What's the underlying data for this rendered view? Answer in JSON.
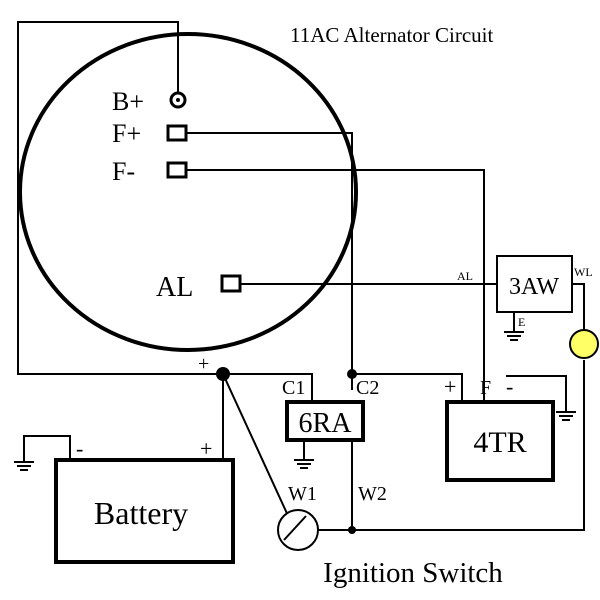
{
  "title": "11AC Alternator Circuit",
  "alternator": {
    "terminals": {
      "b_plus": "B+",
      "f_plus": "F+",
      "f_minus": "F-",
      "al": "AL"
    }
  },
  "junction_plus": "+",
  "relay_6ra": {
    "label": "6RA",
    "c1": "C1",
    "c2": "C2",
    "w1": "W1",
    "w2": "W2"
  },
  "regulator_4tr": {
    "label": "4TR",
    "plus": "+",
    "f": "F",
    "minus": "-"
  },
  "relay_3aw": {
    "label": "3AW",
    "al": "AL",
    "wl": "WL",
    "e": "E"
  },
  "battery": {
    "label": "Battery",
    "minus": "-",
    "plus": "+"
  },
  "ignition_switch": {
    "label": "Ignition Switch"
  },
  "colors": {
    "lamp": "#ffff66",
    "ink": "#000000",
    "background": "#ffffff"
  }
}
